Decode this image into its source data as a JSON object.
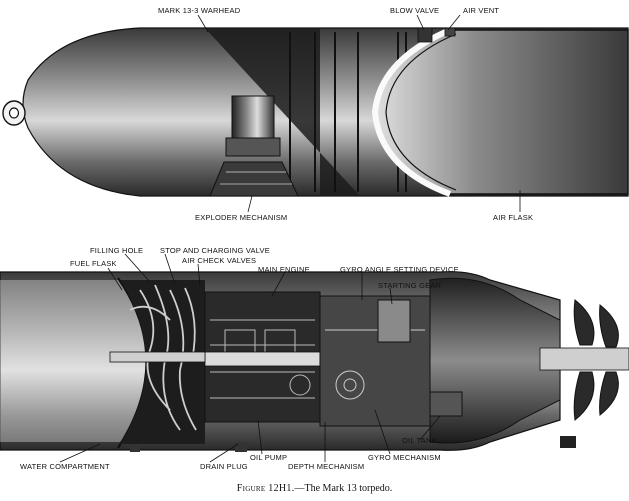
{
  "top_labels": {
    "warhead": "MARK 13-3 WARHEAD",
    "blow_valve": "BLOW VALVE",
    "air_vent": "AIR VENT",
    "exploder": "EXPLODER MECHANISM",
    "air_flask": "AIR FLASK"
  },
  "bottom_labels": {
    "filling_hole": "FILLING HOLE",
    "fuel_flask": "FUEL FLASK",
    "stop_valve": "STOP AND CHARGING VALVE",
    "air_check": "AIR CHECK VALVES",
    "main_engine": "MAIN ENGINE",
    "gyro_angle": "GYRO ANGLE SETTING DEVICE",
    "starting_gear": "STARTING GEAR",
    "oil_tank": "OIL TANK",
    "water_compartment": "WATER COMPARTMENT",
    "drain_plug": "DRAIN PLUG",
    "oil_pump": "OIL PUMP",
    "depth_mechanism": "DEPTH MECHANISM",
    "gyro_mechanism": "GYRO MECHANISM"
  },
  "caption": {
    "figure_label": "Figure 12H1.",
    "text": "—The Mark 13 torpedo."
  }
}
